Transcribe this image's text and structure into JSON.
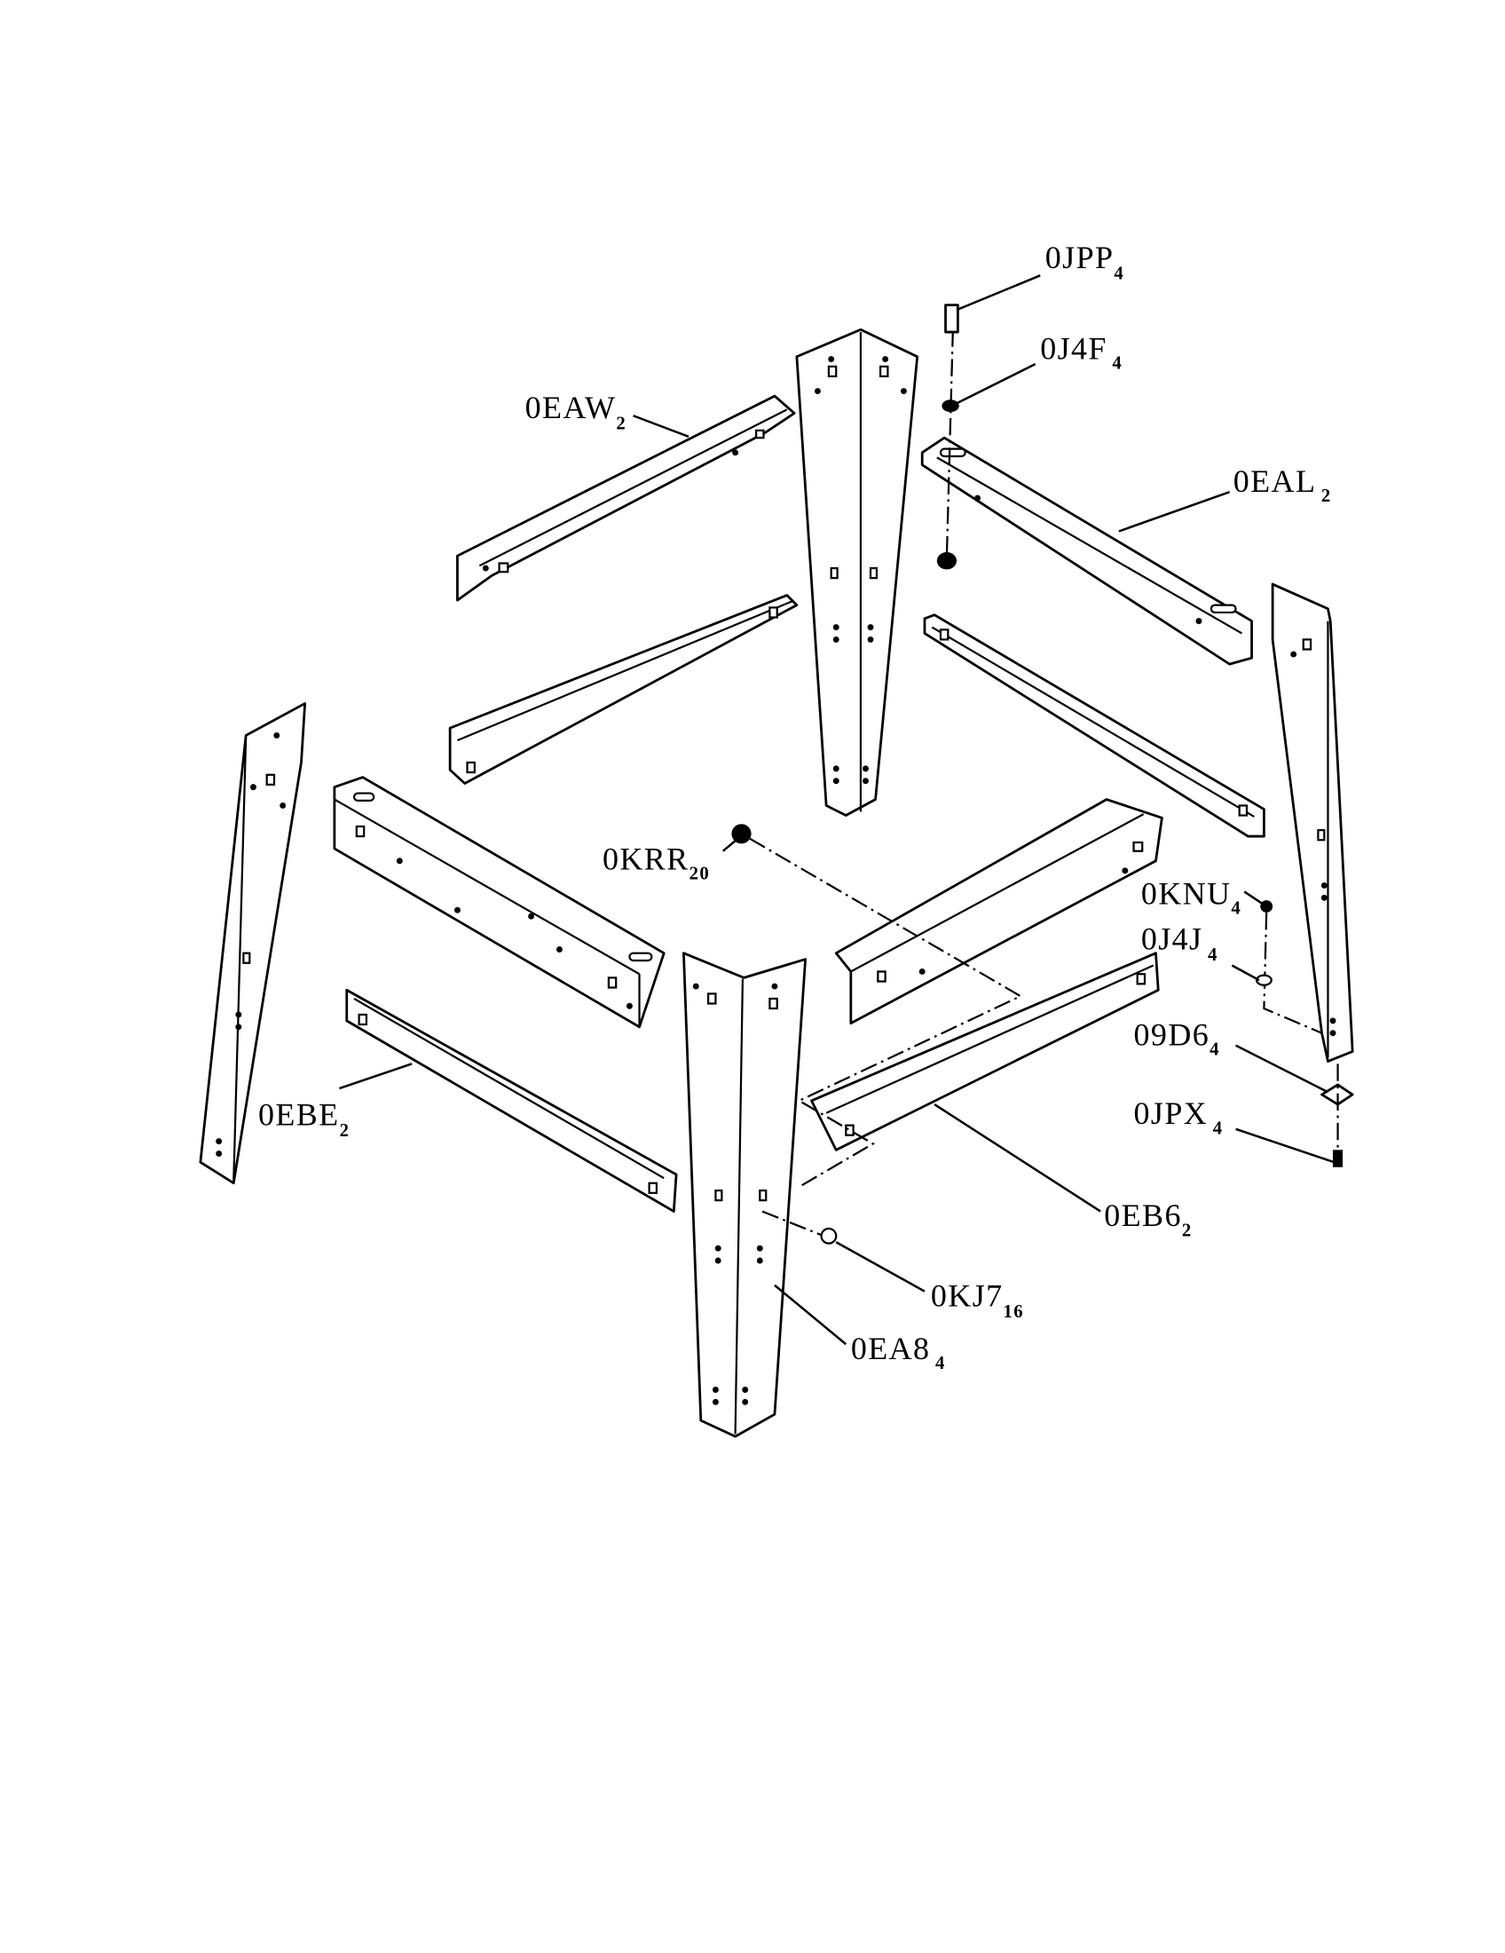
{
  "diagram": {
    "type": "exploded parts diagram",
    "labels": [
      {
        "part": "0JPP",
        "qty": "4"
      },
      {
        "part": "0J4F",
        "qty": "4"
      },
      {
        "part": "0EAW",
        "qty": "2"
      },
      {
        "part": "0EAL",
        "qty": "2"
      },
      {
        "part": "0KRR",
        "qty": "20"
      },
      {
        "part": "0KNU",
        "qty": "4"
      },
      {
        "part": "0J4J",
        "qty": "4"
      },
      {
        "part": "09D6",
        "qty": "4"
      },
      {
        "part": "0JPX",
        "qty": "4"
      },
      {
        "part": "0EBE",
        "qty": "2"
      },
      {
        "part": "0EB6",
        "qty": "2"
      },
      {
        "part": "0KJ7",
        "qty": "16"
      },
      {
        "part": "0EA8",
        "qty": "4"
      }
    ]
  }
}
